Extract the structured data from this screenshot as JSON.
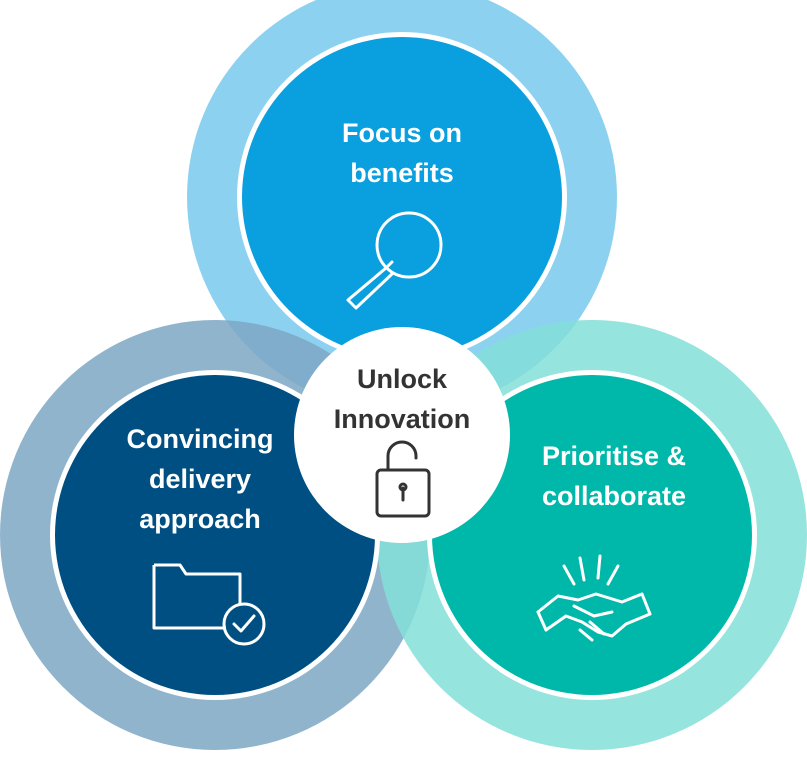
{
  "center": {
    "line1": "Unlock",
    "line2": "Innovation",
    "icon": "padlock-open-icon"
  },
  "top": {
    "line1": "Focus on",
    "line2": "benefits",
    "icon": "magnifier-icon"
  },
  "left": {
    "line1": "Convincing",
    "line2": "delivery",
    "line3": "approach",
    "icon": "folder-check-icon"
  },
  "right": {
    "line1": "Prioritise &",
    "line2": "collaborate",
    "icon": "handshake-icon"
  },
  "colors": {
    "top_ring": "#7fcdee",
    "top_fill": "#0a9fdf",
    "left_ring": "#7ea7c4",
    "left_fill": "#004f83",
    "right_ring": "#82dfd8",
    "right_fill": "#00b8aa",
    "center_fill": "#ffffff",
    "center_text": "#333333",
    "label_text": "#ffffff"
  }
}
